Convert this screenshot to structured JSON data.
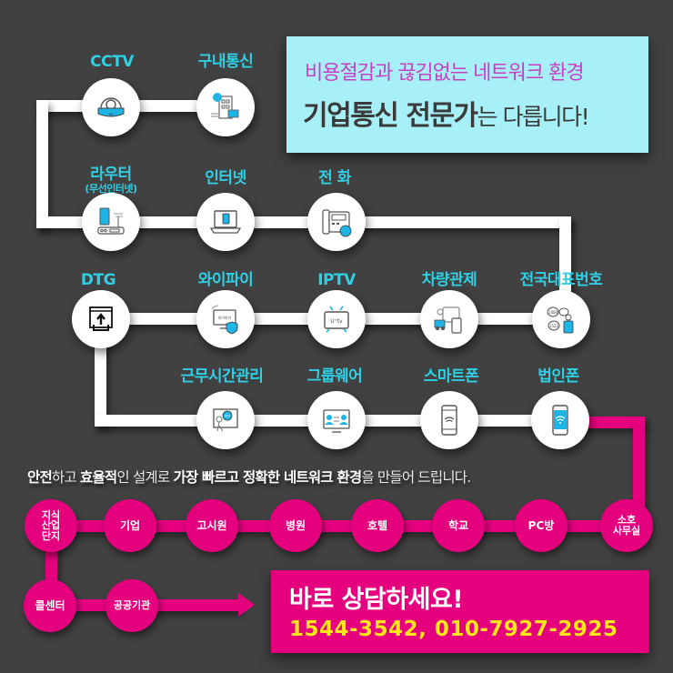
{
  "headline": {
    "line1": "비용절감과 끊김없는 네트워크 환경",
    "line2_bold": "기업통신 전문가",
    "line2_light": "는 다릅니다!"
  },
  "colors": {
    "background": "#414141",
    "accent_cyan": "#2fd0e6",
    "accent_magenta": "#e5007e",
    "headline_box": "#a7f0f8",
    "phone_yellow": "#ffe61a"
  },
  "services": [
    {
      "label": "CCTV",
      "icon": "cctv-camera-icon"
    },
    {
      "label": "구내통신",
      "icon": "building-phone-icon"
    },
    {
      "label": "라우터",
      "sub": "(무선인터넷)",
      "icon": "router-icon"
    },
    {
      "label": "인터넷",
      "icon": "laptop-icon"
    },
    {
      "label": "전 화",
      "icon": "office-phone-icon"
    },
    {
      "label": "DTG",
      "icon": "upload-icon"
    },
    {
      "label": "와이파이",
      "icon": "wifi-monitor-shield-icon"
    },
    {
      "label": "IPTV",
      "icon": "tv-icon"
    },
    {
      "label": "차량관제",
      "icon": "truck-tracking-icon"
    },
    {
      "label": "전국대표번호",
      "icon": "representative-number-icon"
    },
    {
      "label": "근무시간관리",
      "icon": "work-time-icon"
    },
    {
      "label": "그룹웨어",
      "icon": "groupware-icon"
    },
    {
      "label": "스마트폰",
      "icon": "smartphone-icon"
    },
    {
      "label": "법인폰",
      "icon": "corporate-phone-icon"
    }
  ],
  "tagline": {
    "p1": "안전",
    "p2": "하고 ",
    "p3": "효율적",
    "p4": "인 설계로 ",
    "p5": "가장 빠르고 정확한 네트워크 환경",
    "p6": "을 만들어 드립니다."
  },
  "places": [
    {
      "label": "지식\n산업\n단지"
    },
    {
      "label": "기업"
    },
    {
      "label": "고시원"
    },
    {
      "label": "병원"
    },
    {
      "label": "호텔"
    },
    {
      "label": "학교"
    },
    {
      "label": "PC방"
    },
    {
      "label": "소호\n사무실"
    },
    {
      "label": "콜센터"
    },
    {
      "label": "공공기관"
    }
  ],
  "cta": {
    "title": "바로 상담하세요!",
    "phones": "1544-3542, 010-7927-2925"
  }
}
